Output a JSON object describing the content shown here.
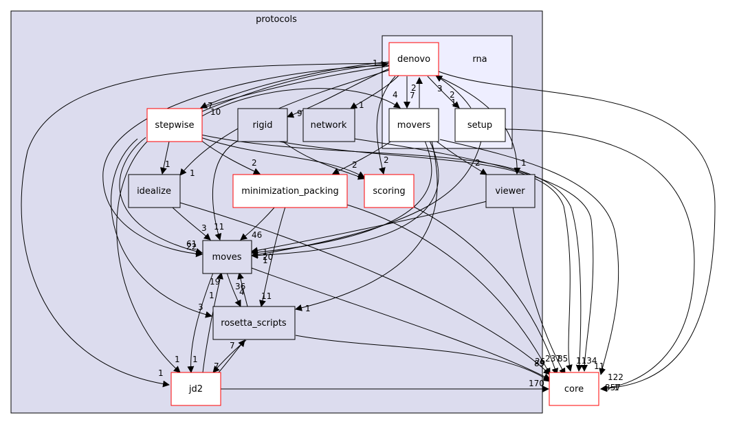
{
  "clusters": {
    "protocols": "protocols",
    "rna": "rna"
  },
  "nodes": {
    "denovo": "denovo",
    "stepwise": "stepwise",
    "rigid": "rigid",
    "network": "network",
    "movers": "movers",
    "setup": "setup",
    "idealize": "idealize",
    "minimization_packing": "minimization_packing",
    "scoring": "scoring",
    "viewer": "viewer",
    "moves": "moves",
    "rosetta_scripts": "rosetta_scripts",
    "jd2": "jd2",
    "core": "core"
  },
  "edge_labels": {
    "l1": "1",
    "l2": "7",
    "l3": "10",
    "l4": "9",
    "l5": "1",
    "l6": "4",
    "l7": "2",
    "l8": "7",
    "l9": "3",
    "l10": "2",
    "l11": "1",
    "l12": "2",
    "l13": "1",
    "l14": "1",
    "l15": "1",
    "l16": "2",
    "l17": "2",
    "l18": "2",
    "l19": "3",
    "l20": "11",
    "l21": "46",
    "l22": "61",
    "l23": "22",
    "l24": "1",
    "l25": "20",
    "l26": "1",
    "l27": "19",
    "l28": "36",
    "l29": "4",
    "l30": "1",
    "l31": "3",
    "l32": "11",
    "l33": "1",
    "l34": "1",
    "l35": "1",
    "l36": "7",
    "l37": "7",
    "l38": "1",
    "l39": "170",
    "l40": "26",
    "l41": "89",
    "l42": "237",
    "l43": "1134",
    "l44": "85",
    "l45": "11",
    "l46": "122",
    "l47": "357",
    "l48": "1"
  },
  "colors": {
    "protocols_fill": "#dcdcee",
    "rna_fill": "#eeeeff",
    "node_fill": "#ffffff",
    "node_gray_fill": "#dcdcee",
    "red_border": "#ff0000",
    "black_border": "#000000"
  }
}
